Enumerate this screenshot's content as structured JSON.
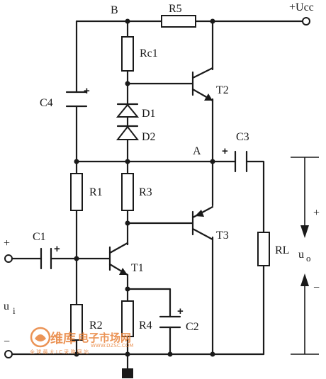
{
  "nodes": {
    "b": "B",
    "a": "A",
    "vcc": "+Ucc"
  },
  "resistors": {
    "r1": "R1",
    "r2": "R2",
    "r3": "R3",
    "r4": "R4",
    "r5": "R5",
    "rc1": "Rc1",
    "rl": "RL"
  },
  "capacitors": {
    "c1": "C1",
    "c2": "C2",
    "c3": "C3",
    "c4": "C4"
  },
  "diodes": {
    "d1": "D1",
    "d2": "D2"
  },
  "transistors": {
    "t1": "T1",
    "t2": "T2",
    "t3": "T3"
  },
  "input": {
    "label": "u",
    "sub": "i",
    "plus": "+",
    "minus": "−"
  },
  "output": {
    "label": "u",
    "sub": "o",
    "plus": "+",
    "minus": "−"
  },
  "polarity_mark": "+",
  "watermark": {
    "brand": "维库",
    "line1": "电子市场网",
    "line2": "WWW.DZSC.COM",
    "line3": "全 球 最 大  I C 采 购 网 站",
    "color": "#e8823a"
  }
}
